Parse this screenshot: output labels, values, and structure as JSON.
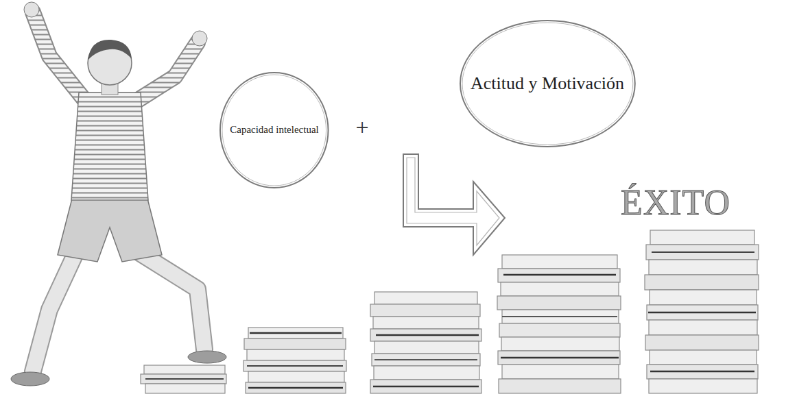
{
  "diagram": {
    "nodes": [
      {
        "text": [
          "Capacidad intelectual"
        ]
      },
      {
        "text": [
          "Actitud y Motivación"
        ]
      }
    ],
    "labels": [
      "+",
      "ÉXITO"
    ]
  }
}
